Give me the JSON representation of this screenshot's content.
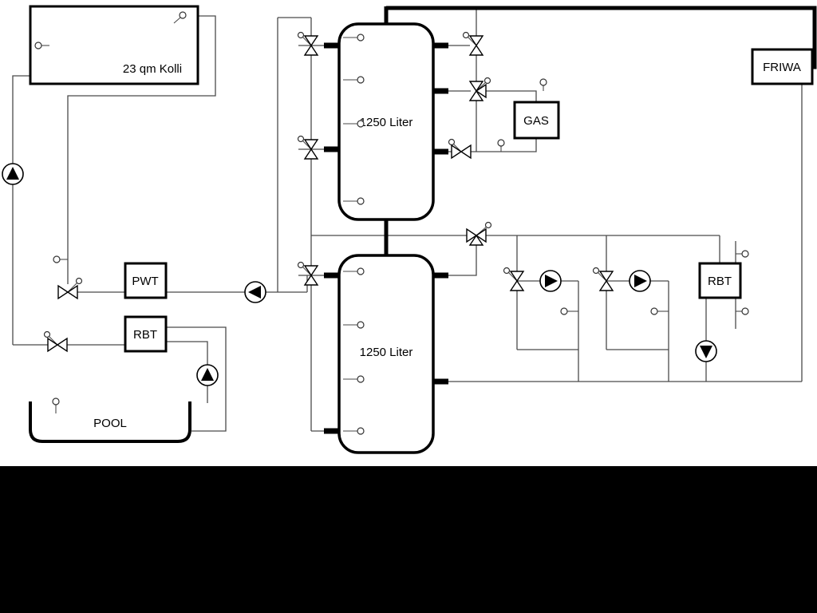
{
  "labels": {
    "collector": "23 qm Kolli",
    "tank_upper": "1250 Liter",
    "tank_lower": "1250 Liter",
    "gas": "GAS",
    "friwa": "FRIWA",
    "pwt": "PWT",
    "rbt_left": "RBT",
    "rbt_right": "RBT",
    "pool": "POOL"
  },
  "components": {
    "pump_icon_count": 6,
    "valve_icon_count": 11,
    "sensor_icon_count": 16
  },
  "colors": {
    "pipe_line": "#4a4a4a",
    "equipment_outline": "#000000",
    "background": "#ffffff",
    "bottom_band": "#000000"
  }
}
